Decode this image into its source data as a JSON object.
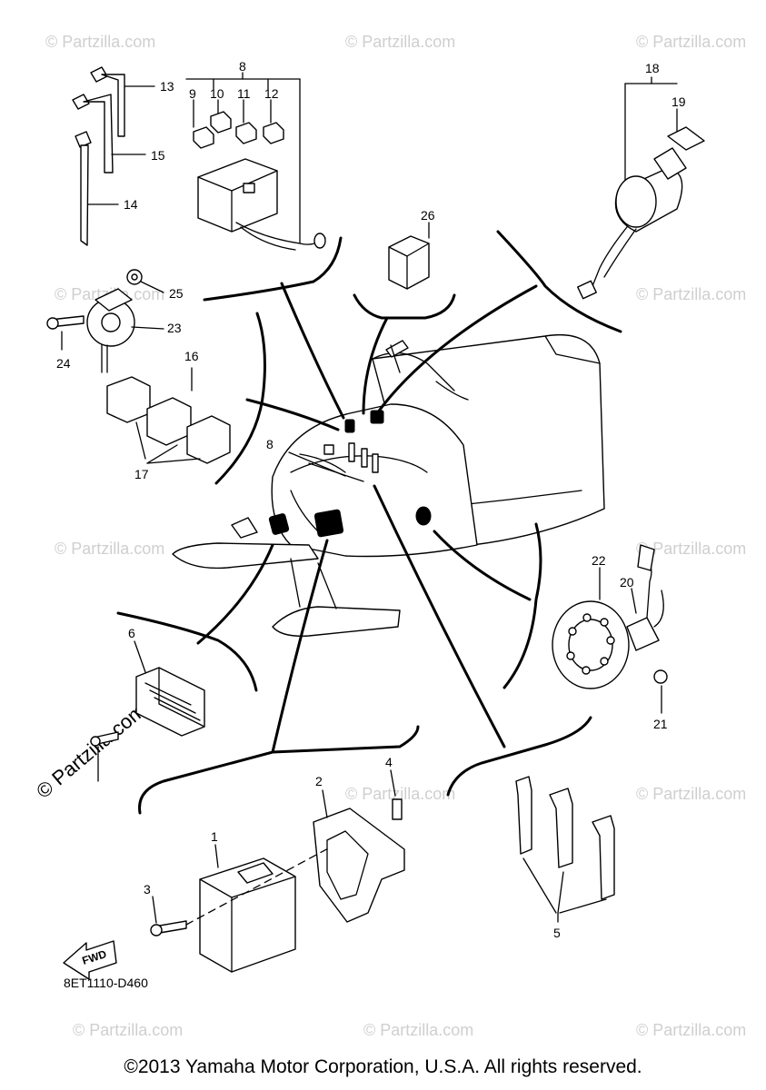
{
  "callouts": [
    "1",
    "2",
    "3",
    "4",
    "5",
    "6",
    "8",
    "8",
    "9",
    "10",
    "11",
    "12",
    "13",
    "14",
    "15",
    "16",
    "17",
    "18",
    "19",
    "20",
    "21",
    "22",
    "23",
    "24",
    "25",
    "26"
  ],
  "watermark": "© Partzilla.com",
  "diagram_code": "8ET1110-D460",
  "fwd_label": "FWD",
  "copyright": "©2013 Yamaha Motor Corporation, U.S.A. All rights reserved."
}
